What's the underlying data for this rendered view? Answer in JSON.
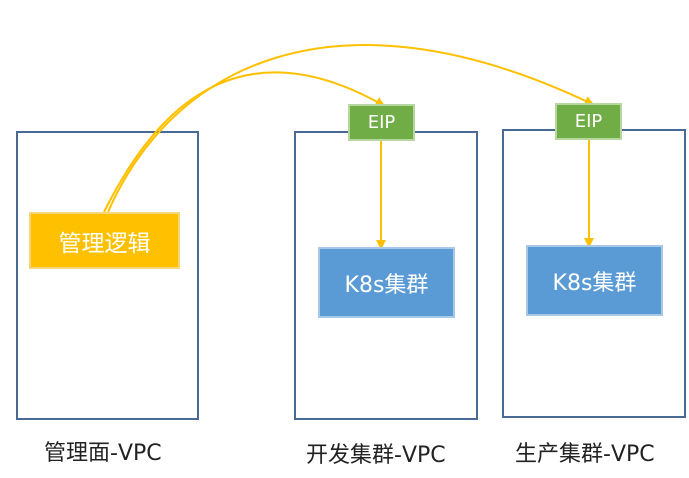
{
  "vpcs": [
    {
      "label": "管理面-VPC",
      "node_label": "管理逻辑"
    },
    {
      "label": "开发集群-VPC",
      "node_label": "K8s集群",
      "eip_label": "EIP"
    },
    {
      "label": "生产集群-VPC",
      "node_label": "K8s集群",
      "eip_label": "EIP"
    }
  ],
  "colors": {
    "management_node": "#ffc000",
    "cluster_node": "#5b9bd5",
    "eip_node": "#70ad47",
    "connector": "#ffc000",
    "vpc_border": "#4a6a96"
  }
}
